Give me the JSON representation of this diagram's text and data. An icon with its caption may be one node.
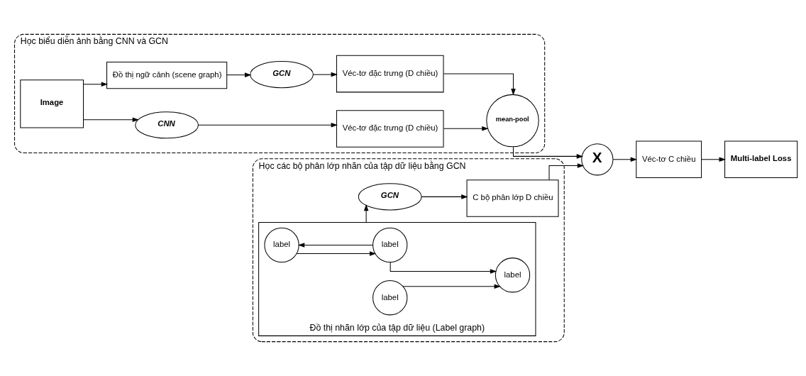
{
  "diagram": {
    "nodes": [
      {
        "text": [
          "Học biểu diễn ảnh bằng CNN và GCN"
        ]
      },
      {
        "text": [
          "Image"
        ],
        "in": 0
      },
      {
        "text": [
          "CNN"
        ],
        "in": 0
      },
      {
        "text": [
          "Véc-tơ đặc trưng (D chiều)"
        ],
        "in": 0
      },
      {
        "text": [
          "Đồ thị ngữ cảnh (scene graph)"
        ],
        "in": 0
      },
      {
        "text": [
          "GCN"
        ],
        "in": 0
      },
      {
        "text": [
          "Véc-tơ đặc trưng (D chiều)"
        ],
        "in": 0
      },
      {
        "text": [
          "mean-pool"
        ],
        "in": 0
      },
      {
        "text": [
          "Học các bộ phân lớp nhãn của tập dữ liệu bằng GCN"
        ]
      },
      {
        "text": [
          "Đồ thị nhãn lớp của tập dữ liệu (Label graph)"
        ],
        "in": 8
      },
      {
        "text": [
          "label"
        ],
        "in": 9
      },
      {
        "text": [
          "label"
        ],
        "in": 9
      },
      {
        "text": [
          "label"
        ],
        "in": 9
      },
      {
        "text": [
          "label"
        ],
        "in": 9
      },
      {
        "text": [
          "GCN"
        ],
        "in": 8
      },
      {
        "text": [
          "C bộ phân lớp D chiều"
        ],
        "in": 8
      },
      {
        "text": [
          "X"
        ]
      },
      {
        "text": [
          "Véc-tơ C chiều"
        ]
      },
      {
        "text": [
          "Multi-label Loss"
        ]
      }
    ],
    "edges": [
      {
        "from": 1,
        "to": 2,
        "arrow": "to"
      },
      {
        "from": 1,
        "to": 4,
        "arrow": "to"
      },
      {
        "from": 2,
        "to": 3,
        "arrow": "to"
      },
      {
        "from": 4,
        "to": 5,
        "arrow": "to"
      },
      {
        "from": 5,
        "to": 6,
        "arrow": "to"
      },
      {
        "from": 3,
        "to": 7,
        "arrow": "to"
      },
      {
        "from": 6,
        "to": 7,
        "arrow": "to"
      },
      {
        "from": 7,
        "to": 16,
        "arrow": "to"
      },
      {
        "from": 12,
        "to": 10,
        "arrow": "to"
      },
      {
        "from": 10,
        "to": 12,
        "arrow": "to"
      },
      {
        "from": 12,
        "to": 13,
        "arrow": "to"
      },
      {
        "from": 11,
        "to": 13,
        "arrow": "to"
      },
      {
        "from": 9,
        "to": 14,
        "arrow": "to"
      },
      {
        "from": 14,
        "to": 15,
        "arrow": "to"
      },
      {
        "from": 15,
        "to": 16,
        "arrow": "to"
      },
      {
        "from": 16,
        "to": 17,
        "arrow": "to"
      },
      {
        "from": 17,
        "to": 18,
        "arrow": "to"
      }
    ]
  }
}
